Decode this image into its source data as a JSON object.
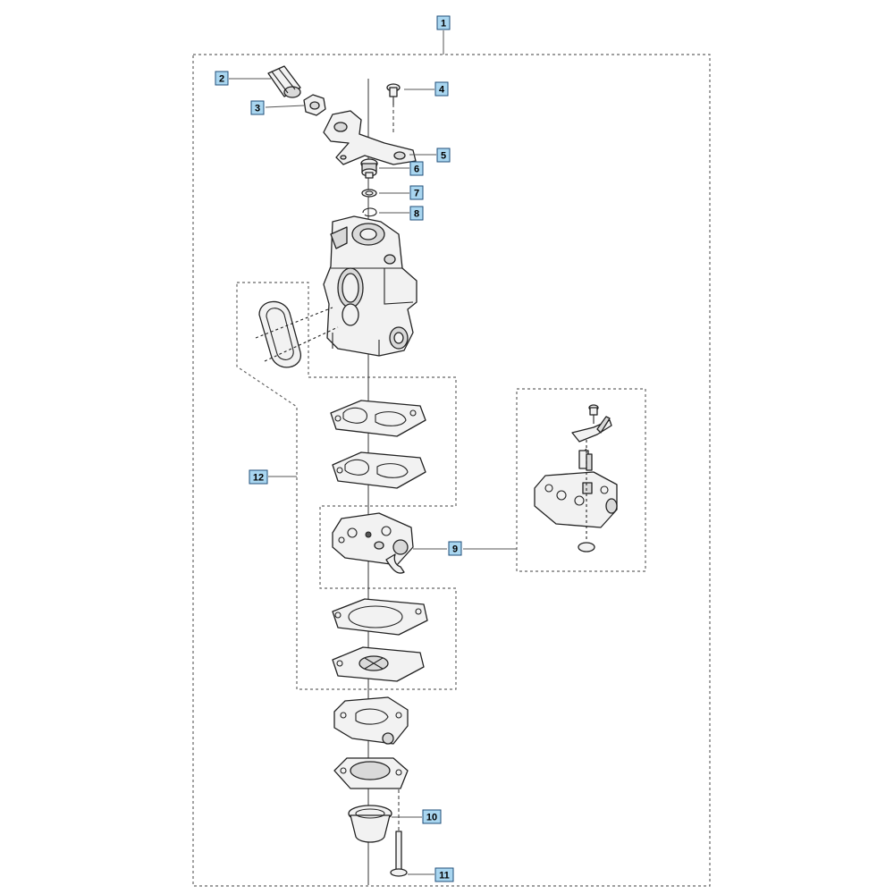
{
  "callouts": [
    {
      "id": "c1",
      "label": "1"
    },
    {
      "id": "c2",
      "label": "2"
    },
    {
      "id": "c3",
      "label": "3"
    },
    {
      "id": "c4",
      "label": "4"
    },
    {
      "id": "c5",
      "label": "5"
    },
    {
      "id": "c6",
      "label": "6"
    },
    {
      "id": "c7",
      "label": "7"
    },
    {
      "id": "c8",
      "label": "8"
    },
    {
      "id": "c9",
      "label": "9"
    },
    {
      "id": "c10",
      "label": "10"
    },
    {
      "id": "c11",
      "label": "11"
    },
    {
      "id": "c12",
      "label": "12"
    }
  ],
  "colors": {
    "callout_fill": "#a9d6f0",
    "callout_border": "#1f4e79",
    "line": "#222222"
  }
}
